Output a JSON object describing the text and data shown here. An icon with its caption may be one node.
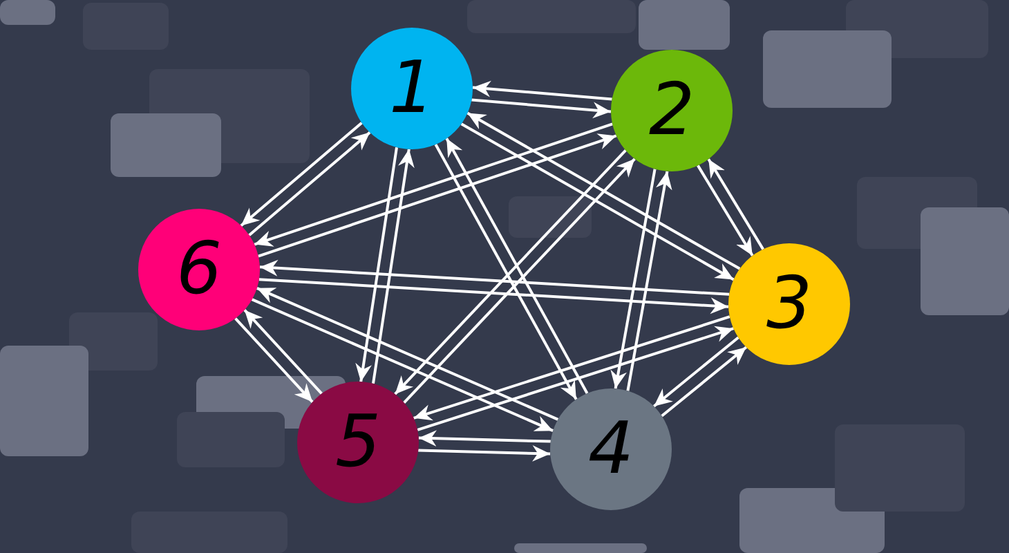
{
  "diagram": {
    "nodes": [
      {
        "text": [
          "1"
        ]
      },
      {
        "text": [
          "2"
        ]
      },
      {
        "text": [
          "3"
        ]
      },
      {
        "text": [
          "4"
        ]
      },
      {
        "text": [
          "5"
        ]
      },
      {
        "text": [
          "6"
        ]
      }
    ],
    "edges": [
      {
        "from": 0,
        "to": 1,
        "arrow": "to"
      },
      {
        "from": 1,
        "to": 0,
        "arrow": "to"
      },
      {
        "from": 0,
        "to": 2,
        "arrow": "to"
      },
      {
        "from": 2,
        "to": 0,
        "arrow": "to"
      },
      {
        "from": 0,
        "to": 3,
        "arrow": "to"
      },
      {
        "from": 3,
        "to": 0,
        "arrow": "to"
      },
      {
        "from": 0,
        "to": 4,
        "arrow": "to"
      },
      {
        "from": 4,
        "to": 0,
        "arrow": "to"
      },
      {
        "from": 0,
        "to": 5,
        "arrow": "to"
      },
      {
        "from": 5,
        "to": 0,
        "arrow": "to"
      },
      {
        "from": 1,
        "to": 2,
        "arrow": "to"
      },
      {
        "from": 2,
        "to": 1,
        "arrow": "to"
      },
      {
        "from": 1,
        "to": 3,
        "arrow": "to"
      },
      {
        "from": 3,
        "to": 1,
        "arrow": "to"
      },
      {
        "from": 1,
        "to": 4,
        "arrow": "to"
      },
      {
        "from": 4,
        "to": 1,
        "arrow": "to"
      },
      {
        "from": 1,
        "to": 5,
        "arrow": "to"
      },
      {
        "from": 5,
        "to": 1,
        "arrow": "to"
      },
      {
        "from": 2,
        "to": 3,
        "arrow": "to"
      },
      {
        "from": 3,
        "to": 2,
        "arrow": "to"
      },
      {
        "from": 2,
        "to": 4,
        "arrow": "to"
      },
      {
        "from": 4,
        "to": 2,
        "arrow": "to"
      },
      {
        "from": 2,
        "to": 5,
        "arrow": "to"
      },
      {
        "from": 5,
        "to": 2,
        "arrow": "to"
      },
      {
        "from": 3,
        "to": 4,
        "arrow": "to"
      },
      {
        "from": 4,
        "to": 3,
        "arrow": "to"
      },
      {
        "from": 3,
        "to": 5,
        "arrow": "to"
      },
      {
        "from": 5,
        "to": 3,
        "arrow": "to"
      },
      {
        "from": 4,
        "to": 5,
        "arrow": "to"
      },
      {
        "from": 5,
        "to": 4,
        "arrow": "to"
      }
    ]
  }
}
